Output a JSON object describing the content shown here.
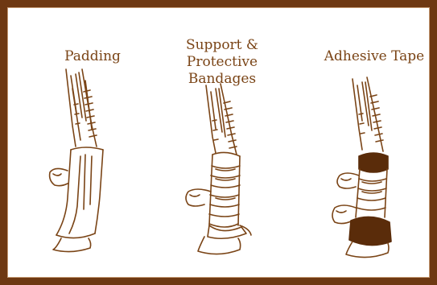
{
  "panels": [
    {
      "id": "padding",
      "title": "Padding"
    },
    {
      "id": "support",
      "title_lines": [
        "Support & Protective",
        "Bandages"
      ]
    },
    {
      "id": "adhesive",
      "title": "Adhesive Tape"
    }
  ],
  "colors": {
    "frame": "#6e3812",
    "ink": "#7a4416",
    "tape": "#5a2c0a",
    "background": "#ffffff"
  }
}
